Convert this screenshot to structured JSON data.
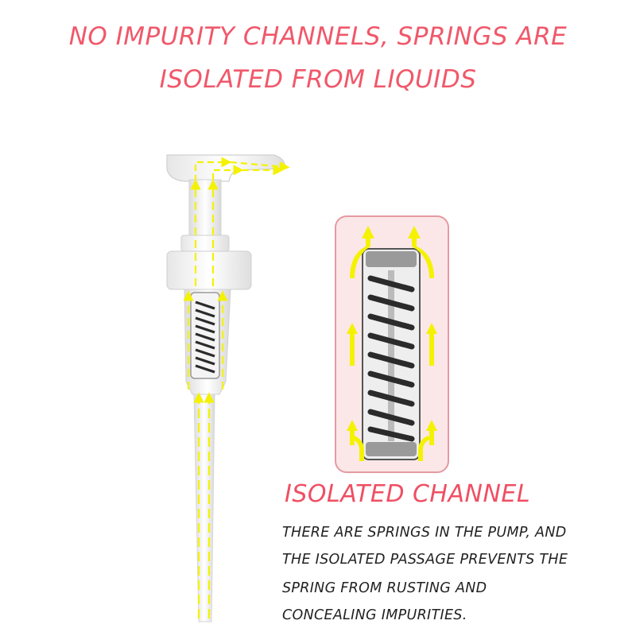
{
  "headline": {
    "line1": "NO IMPURITY CHANNELS, SPRINGS ARE",
    "line2": "ISOLATED FROM LIQUIDS"
  },
  "subtitle": "ISOLATED CHANNEL",
  "description": {
    "line1": "THERE ARE SPRINGS IN THE PUMP, AND",
    "line2": "THE ISOLATED PASSAGE PREVENTS THE",
    "line3": "SPRING FROM RUSTING AND",
    "line4": "CONCEALING IMPURITIES."
  },
  "colors": {
    "headline": "#f0586a",
    "arrow": "#f4f200",
    "frame": "#e59aa0",
    "spring": "#2b2b2b"
  }
}
